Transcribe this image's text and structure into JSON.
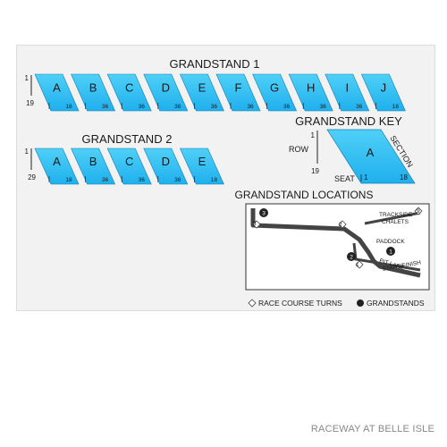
{
  "colors": {
    "section_fill": "#1fb0ee",
    "section_gradient_top": "#4fd0f7",
    "section_stroke": "#147fb0",
    "panel_bg": "#f2f2f2",
    "track_color": "#444444",
    "footer_text": "#888888"
  },
  "grandstand_1": {
    "title": "GRANDSTAND 1",
    "row_start": "1",
    "row_end": "19",
    "sections": [
      {
        "name": "A",
        "seat_first": "1",
        "seat_last": "18"
      },
      {
        "name": "B",
        "seat_first": "1",
        "seat_last": "36"
      },
      {
        "name": "C",
        "seat_first": "1",
        "seat_last": "36"
      },
      {
        "name": "D",
        "seat_first": "1",
        "seat_last": "36"
      },
      {
        "name": "E",
        "seat_first": "1",
        "seat_last": "36"
      },
      {
        "name": "F",
        "seat_first": "1",
        "seat_last": "36"
      },
      {
        "name": "G",
        "seat_first": "1",
        "seat_last": "36"
      },
      {
        "name": "H",
        "seat_first": "1",
        "seat_last": "36"
      },
      {
        "name": "I",
        "seat_first": "1",
        "seat_last": "36"
      },
      {
        "name": "J",
        "seat_first": "1",
        "seat_last": "18"
      }
    ]
  },
  "grandstand_2": {
    "title": "GRANDSTAND 2",
    "row_start": "1",
    "row_end": "29",
    "sections": [
      {
        "name": "A",
        "seat_first": "1",
        "seat_last": "18"
      },
      {
        "name": "B",
        "seat_first": "1",
        "seat_last": "36"
      },
      {
        "name": "C",
        "seat_first": "1",
        "seat_last": "36"
      },
      {
        "name": "D",
        "seat_first": "1",
        "seat_last": "36"
      },
      {
        "name": "E",
        "seat_first": "1",
        "seat_last": "18"
      }
    ]
  },
  "key": {
    "title": "GRANDSTAND KEY",
    "row_label": "ROW",
    "row_start": "1",
    "row_end": "19",
    "seat_label": "SEAT",
    "section_label": "SECTION",
    "section_name": "A",
    "seat_first": "1",
    "seat_last": "18"
  },
  "locations": {
    "title": "GRANDSTAND LOCATIONS",
    "trackside_line1": "TRACKSIDE",
    "trackside_line2": "CHALETS",
    "paddock": "PADDOCK",
    "pit_lane": "PIT LANE",
    "start_finish": "START/FINISH",
    "turns": [
      "1",
      "2",
      "3",
      "9"
    ],
    "grandstands": [
      "1",
      "2",
      "3"
    ]
  },
  "legend": {
    "turns": "RACE COURSE TURNS",
    "grandstands": "GRANDSTANDS"
  },
  "footer": {
    "venue_name": "RACEWAY AT BELLE ISLE"
  }
}
